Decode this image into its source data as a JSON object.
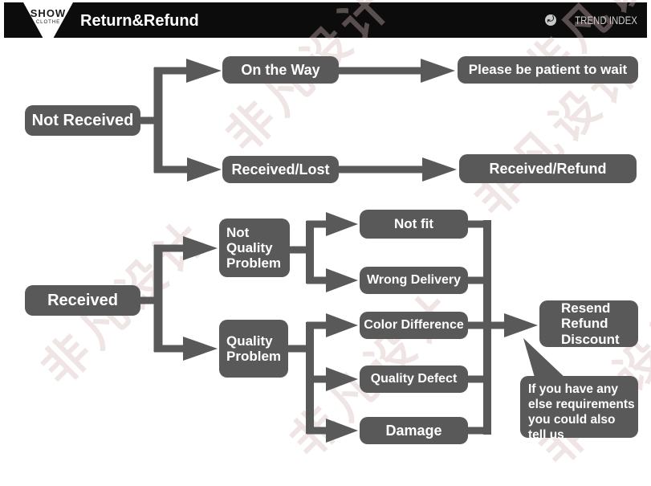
{
  "header": {
    "logo_line1": "SHOW",
    "logo_line2": "CLOTHE",
    "title": "Return&Refund",
    "trend_icon": "circle-left-arrow-icon",
    "trend_label": "TREND INDEX"
  },
  "flow": {
    "not_received": "Not Received",
    "on_the_way": "On the Way",
    "patient_wait": "Please be patient to wait",
    "received_lost": "Received/Lost",
    "received_refund": "Received/Refund",
    "received": "Received",
    "not_quality_problem": "Not Quality Problem",
    "quality_problem": "Quality Problem",
    "not_fit": "Not fit",
    "wrong_delivery": "Wrong Delivery",
    "color_difference": "Color Difference",
    "quality_defect": "Quality Defect",
    "damage": "Damage",
    "resolution": "Resend Refund Discount",
    "note": "If you have any else requirements you could also tell us"
  },
  "watermark_text": "非凡设计",
  "colors": {
    "node_fill": "#595959",
    "connector": "#595959",
    "header_bg": "#0c0c0c",
    "node_text": "#ffffff",
    "watermark": "#d6baba"
  }
}
